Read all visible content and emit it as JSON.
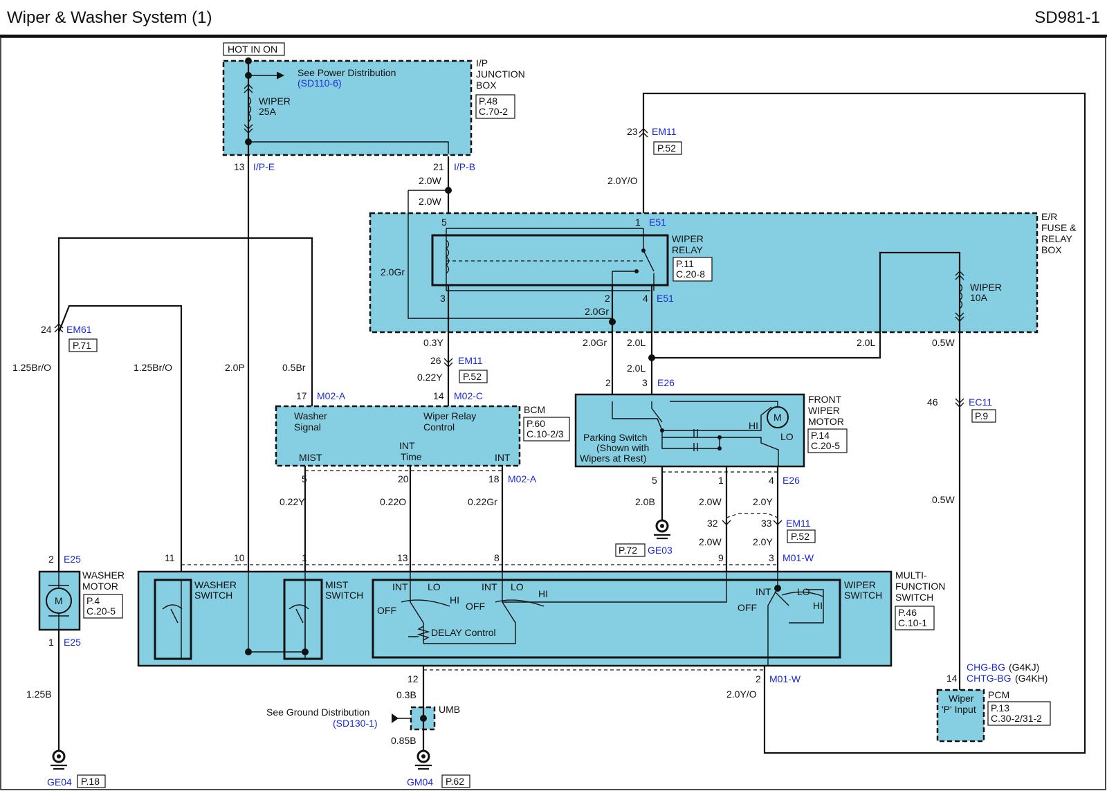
{
  "header": {
    "title": "Wiper & Washer System (1)",
    "code": "SD981-1"
  },
  "hot_label": "HOT IN ON",
  "ipjb": {
    "name": [
      "I/P",
      "JUNCTION",
      "BOX"
    ],
    "ref": [
      "P.48",
      "C.70-2"
    ],
    "see_power": "See Power Distribution",
    "see_power_ref": "(SD110-6)",
    "fuse": [
      "WIPER",
      "25A"
    ],
    "pins": [
      {
        "num": "13",
        "conn": "I/P-E"
      },
      {
        "num": "21",
        "conn": "I/P-B"
      }
    ]
  },
  "er_box": {
    "name": [
      "E/R",
      "FUSE &",
      "RELAY",
      "BOX"
    ],
    "relay_name": [
      "WIPER",
      "RELAY"
    ],
    "relay_ref": [
      "P.11",
      "C.20-8"
    ],
    "fuse": [
      "WIPER",
      "10A"
    ],
    "pins_top": [
      {
        "num": "5"
      },
      {
        "num": "1",
        "conn": "E51"
      }
    ],
    "pins_bottom": [
      {
        "num": "3"
      },
      {
        "num": "2"
      },
      {
        "num": "4",
        "conn": "E51"
      }
    ]
  },
  "connectors": {
    "em11_top": {
      "num": "23",
      "conn": "EM11",
      "ref": "P.52"
    },
    "em61": {
      "num": "24",
      "conn": "EM61",
      "ref": "P.71"
    },
    "em11_mid": {
      "num": "26",
      "conn": "EM11",
      "ref": "P.52"
    },
    "em11_low": {
      "num_a": "32",
      "num_b": "33",
      "conn": "EM11",
      "ref": "P.52"
    },
    "ec11": {
      "num": "46",
      "conn": "EC11",
      "ref": "P.9"
    }
  },
  "wires": {
    "w_20w_a": "2.0W",
    "w_20w_b": "2.0W",
    "w_20gr_left": "2.0Gr",
    "w_20yo_top": "2.0Y/O",
    "w_20gr_mid": "2.0Gr",
    "w_03y": "0.3Y",
    "w_022y_em": "0.22Y",
    "w_20gr_low": "2.0Gr",
    "w_20l_a": "2.0L",
    "w_20l_b": "2.0L",
    "w_20l_c": "2.0L",
    "w_05w_a": "0.5W",
    "w_05w_b": "0.5W",
    "w_125bro_a": "1.25Br/O",
    "w_125bro_b": "1.25Br/O",
    "w_20p": "2.0P",
    "w_05br": "0.5Br",
    "w_022y": "0.22Y",
    "w_022o": "0.22O",
    "w_022gr": "0.22Gr",
    "w_20b": "2.0B",
    "w_20w_c": "2.0W",
    "w_20y_a": "2.0Y",
    "w_20w_d": "2.0W",
    "w_20y_b": "2.0Y",
    "w_125b": "1.25B",
    "w_03b": "0.3B",
    "w_085b": "0.85B",
    "w_20yo_low": "2.0Y/O"
  },
  "bcm": {
    "name": "BCM",
    "ref": [
      "P.60",
      "C.10-2/3"
    ],
    "washer_signal": [
      "Washer",
      "Signal"
    ],
    "relay_control": [
      "Wiper Relay",
      "Control"
    ],
    "mist": "MIST",
    "int_time": [
      "INT",
      "Time"
    ],
    "int": "INT",
    "pins_top": [
      {
        "num": "17",
        "conn": "M02-A"
      },
      {
        "num": "14",
        "conn": "M02-C"
      }
    ],
    "pins_bottom": [
      {
        "num": "5"
      },
      {
        "num": "20"
      },
      {
        "num": "18",
        "conn": "M02-A"
      }
    ]
  },
  "front_motor": {
    "name": [
      "FRONT",
      "WIPER",
      "MOTOR"
    ],
    "ref": [
      "P.14",
      "C.20-5"
    ],
    "parking": [
      "Parking Switch",
      "(Shown with",
      "Wipers at Rest)"
    ],
    "hi": "HI",
    "lo": "LO",
    "m": "M",
    "pins_top": [
      {
        "num": "2"
      },
      {
        "num": "3",
        "conn": "E26"
      }
    ],
    "pins_bottom": [
      {
        "num": "5"
      },
      {
        "num": "1"
      },
      {
        "num": "4",
        "conn": "E26"
      }
    ]
  },
  "ground_ge03": {
    "name": "GE03",
    "ref": "P.72"
  },
  "ground_ge04": {
    "name": "GE04",
    "ref": "P.18"
  },
  "ground_gm04": {
    "name": "GM04",
    "ref": "P.62"
  },
  "washer_motor": {
    "name": [
      "WASHER",
      "MOTOR"
    ],
    "ref": [
      "P.4",
      "C.20-5"
    ],
    "m": "M",
    "pin_top": {
      "num": "2",
      "conn": "E25"
    },
    "pin_bottom": {
      "num": "1",
      "conn": "E25"
    }
  },
  "mfs": {
    "name": [
      "MULTI-",
      "FUNCTION",
      "SWITCH"
    ],
    "ref": [
      "P.46",
      "C.10-1"
    ],
    "washer_switch": [
      "WASHER",
      "SWITCH"
    ],
    "mist_switch": [
      "MIST",
      "SWITCH"
    ],
    "wiper_switch": [
      "WIPER",
      "SWITCH"
    ],
    "delay": "DELAY Control",
    "int": "INT",
    "lo": "LO",
    "hi": "HI",
    "off": "OFF",
    "pins_top": [
      {
        "num": "11"
      },
      {
        "num": "10"
      },
      {
        "num": "1"
      },
      {
        "num": "13"
      },
      {
        "num": "8"
      },
      {
        "num": "9"
      },
      {
        "num": "3",
        "conn": "M01-W"
      }
    ],
    "pins_bottom": [
      {
        "num": "12"
      },
      {
        "num": "2",
        "conn": "M01-W"
      }
    ]
  },
  "umb": {
    "name": "UMB",
    "see": "See Ground Distribution",
    "see_ref": "(SD130-1)"
  },
  "pcm": {
    "name": "PCM",
    "ref": [
      "P.13",
      "C.30-2/31-2"
    ],
    "input": [
      "Wiper",
      "'P' Input"
    ],
    "pin": "14",
    "conn_a": "CHG-BG",
    "conn_a_var": "(G4KJ)",
    "conn_b": "CHTG-BG",
    "conn_b_var": "(G4KH)"
  }
}
